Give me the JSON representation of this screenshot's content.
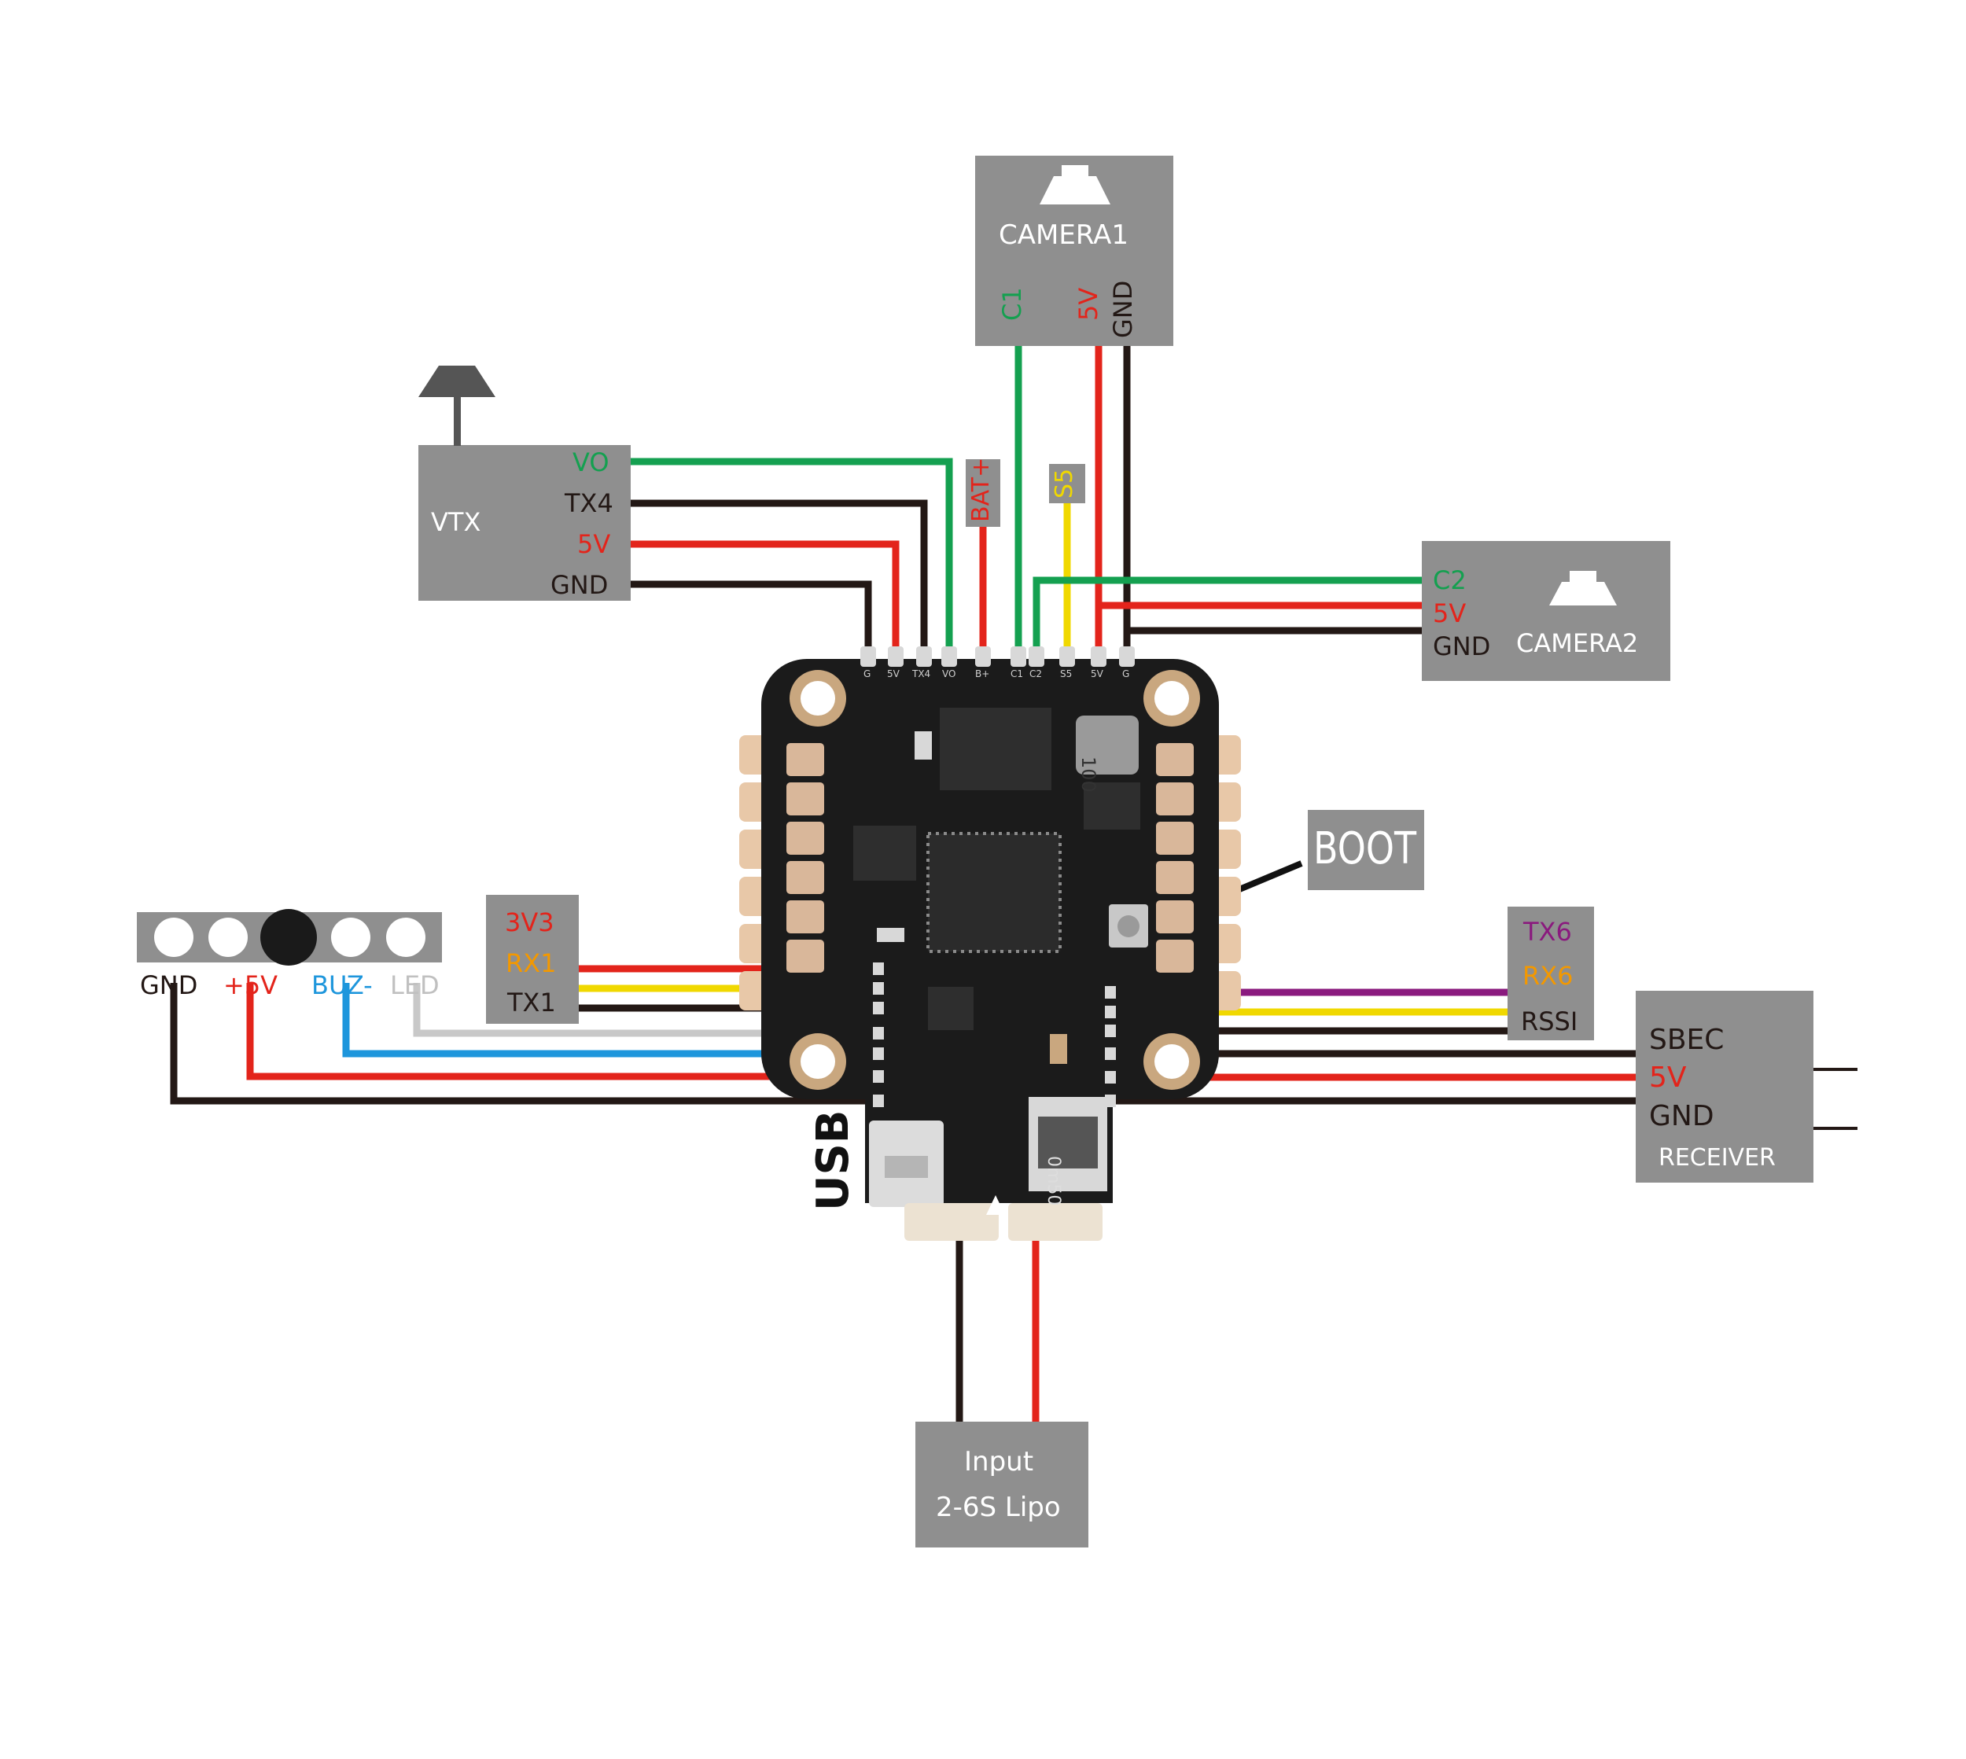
{
  "camera1": {
    "title": "CAMERA1",
    "pins": [
      "C1",
      "5V",
      "GND"
    ]
  },
  "vtx": {
    "title": "VTX",
    "pins": [
      "VO",
      "TX4",
      "5V",
      "GND"
    ]
  },
  "bat_tag": "BAT+",
  "s5_tag": "S5",
  "camera2": {
    "title": "CAMERA2",
    "pins": [
      "C2",
      "5V",
      "GND"
    ]
  },
  "boot": "BOOT",
  "led_buzzer": {
    "pins": [
      "GND",
      "+5V",
      "BUZ-",
      "LED"
    ]
  },
  "uart1": {
    "pins": [
      "3V3",
      "RX1",
      "TX1"
    ]
  },
  "uart6": {
    "pins": [
      "TX6",
      "RX6",
      "RSSI"
    ]
  },
  "receiver": {
    "pins": [
      "SBEC",
      "5V",
      "GND"
    ],
    "title": "RECEIVER"
  },
  "usb": "USB",
  "input": {
    "line1": "Input",
    "line2": "2-6S Lipo"
  },
  "board": {
    "top_pads": [
      "G",
      "5V",
      "TX4",
      "VO",
      "B+",
      "C1",
      "C2",
      "S5",
      "5V",
      "G"
    ],
    "inductor_marking": "100",
    "shunt_marking": "0m50"
  },
  "colors": {
    "box": "#8f8f8f",
    "green": "#14a050",
    "red": "#e3241b",
    "black": "#231815",
    "yellow": "#f0d800",
    "orange": "#f39800",
    "purple": "#8a1a7e",
    "blue": "#1e96dc",
    "gray": "#c8c8c8",
    "board": "#1b1b1b"
  }
}
